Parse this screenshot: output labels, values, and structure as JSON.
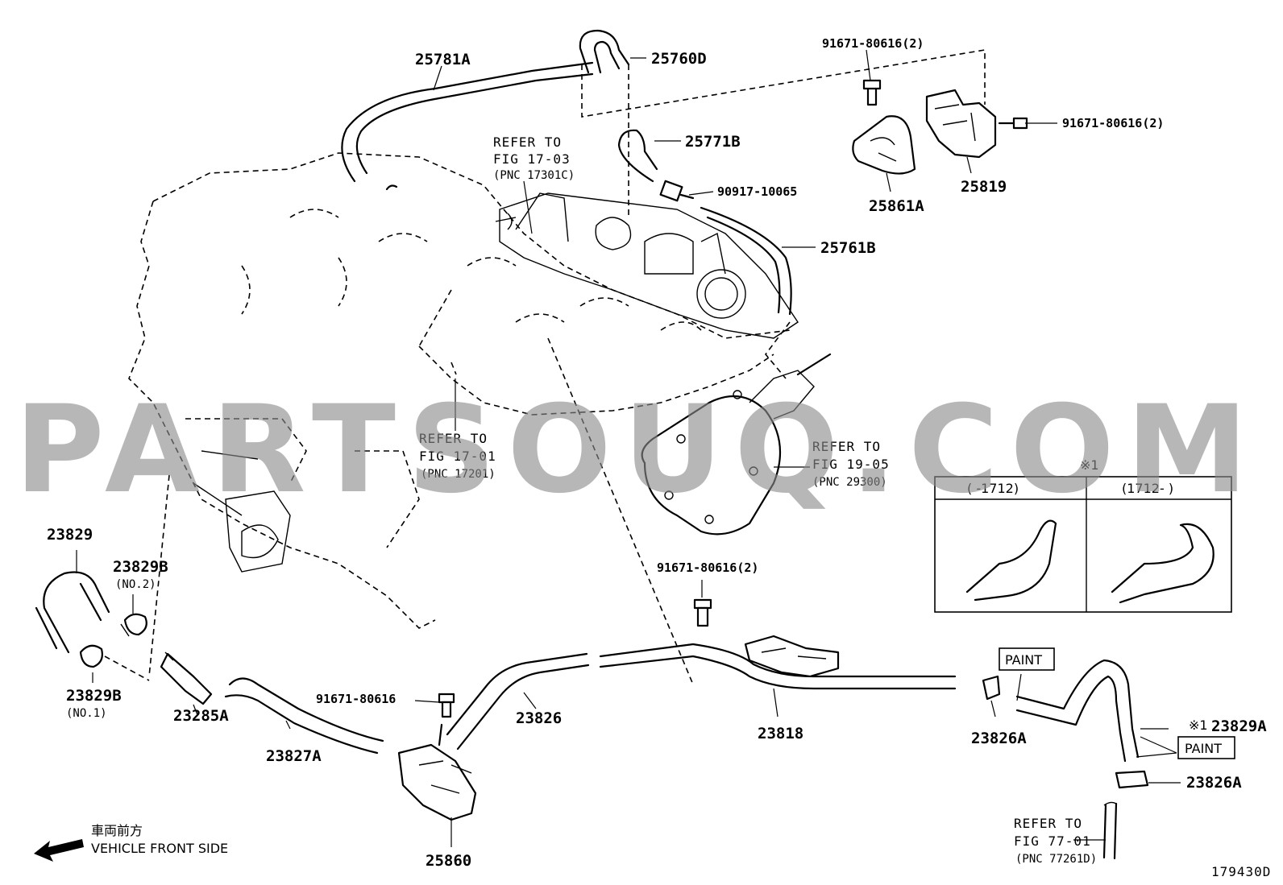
{
  "watermark": "PARTSOUQ.COM",
  "drawing_number": "179430D",
  "vehicle_front": {
    "jp": "車両前方",
    "en": "VEHICLE FRONT SIDE"
  },
  "part_labels": {
    "p25781A": "25781A",
    "p25760D": "25760D",
    "p25771B": "25771B",
    "p90917_10065": "90917-10065",
    "p25761B": "25761B",
    "p91671_top": "91671-80616(2)",
    "p91671_right": "91671-80616(2)",
    "p25861A": "25861A",
    "p25819": "25819",
    "p23829": "23829",
    "p23829B_no2": "23829B",
    "no2": "(NO.2)",
    "p23829B_no1": "23829B",
    "no1": "(NO.1)",
    "p23285A": "23285A",
    "p23827A": "23827A",
    "p91671_single": "91671-80616",
    "p25860": "25860",
    "p23826": "23826",
    "p91671_mid": "91671-80616(2)",
    "p23818": "23818",
    "p23826A_a": "23826A",
    "p23829A": "23829A",
    "p23829A_mark": "※1",
    "p23826A_b": "23826A"
  },
  "paint_labels": [
    "PAINT",
    "PAINT"
  ],
  "references": [
    {
      "line1": "REFER TO",
      "line2": "FIG 17-03",
      "pnc": "(PNC 17301C)"
    },
    {
      "line1": "REFER TO",
      "line2": "FIG 17-01",
      "pnc": "(PNC 17201)"
    },
    {
      "line1": "REFER TO",
      "line2": "FIG 19-05",
      "pnc": "(PNC 29300)"
    },
    {
      "line1": "REFER TO",
      "line2": "FIG 77-01",
      "pnc": "(PNC 77261D)"
    }
  ],
  "variant_box": {
    "mark": "※1",
    "columns": [
      "(    -1712)",
      "(1712-    )"
    ]
  }
}
